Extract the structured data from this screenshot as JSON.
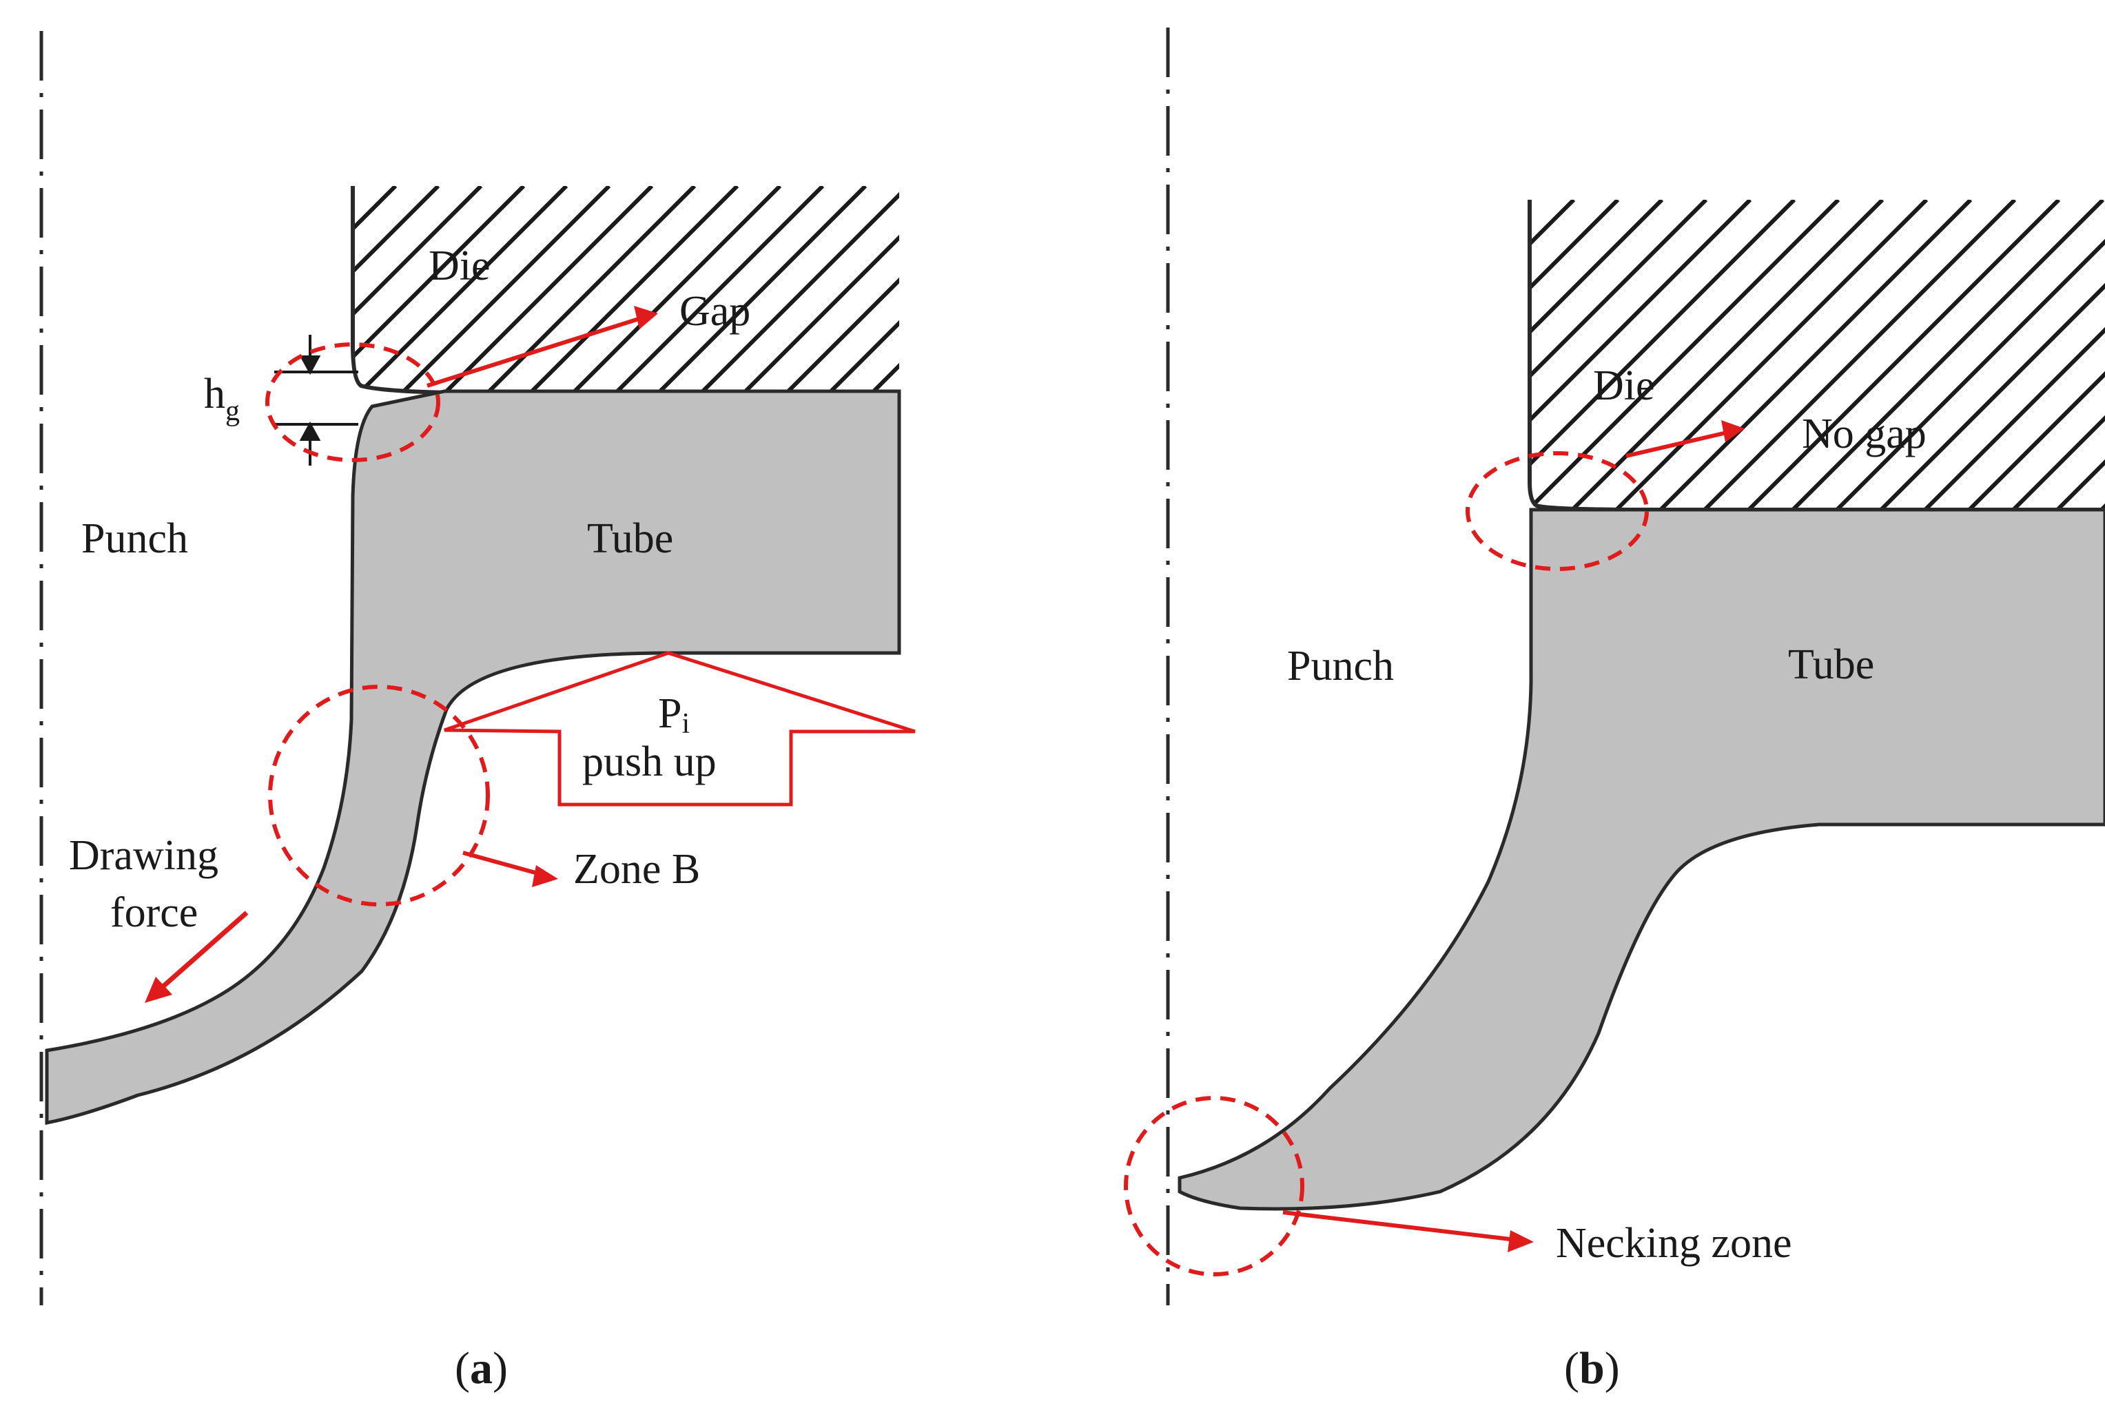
{
  "colors": {
    "tube_fill": "#c0c0c0",
    "outline": "#2a2a2a",
    "annotation": "#e01b1b",
    "background": "#ffffff"
  },
  "panels": [
    {
      "id": "a",
      "caption": "a",
      "labels": {
        "die": "Die",
        "gap": "Gap",
        "h_main": "h",
        "h_sub": "g",
        "punch": "Punch",
        "tube": "Tube",
        "p_main": "P",
        "p_sub": "i",
        "push_up": "push up",
        "drawing": "Drawing",
        "force": "force",
        "zone_b": "Zone B"
      }
    },
    {
      "id": "b",
      "caption": "b",
      "labels": {
        "die": "Die",
        "no_gap": "No gap",
        "punch": "Punch",
        "tube": "Tube",
        "necking_zone": "Necking zone"
      }
    }
  ]
}
